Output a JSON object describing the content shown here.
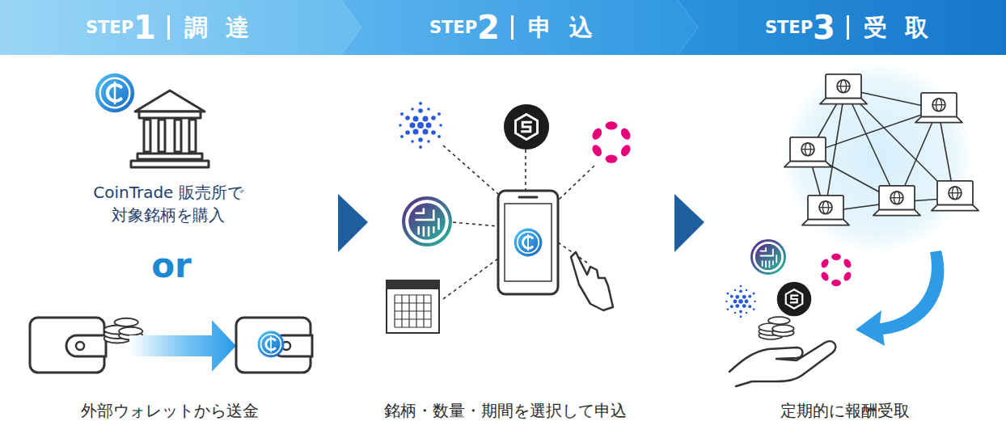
{
  "diagram": {
    "nodes": [
      {
        "text": [
          "STEP",
          "1",
          "調 達"
        ]
      },
      {
        "text": [
          "STEP",
          "2",
          "申 込"
        ]
      },
      {
        "text": [
          "STEP",
          "3",
          "受 取"
        ]
      }
    ],
    "labels": [
      "CoinTrade 販売所で 対象銘柄を購入",
      "or",
      "外部ウォレットから送金",
      "銘柄・数量・期間を選択して申込",
      "定期的に報酬受取"
    ]
  }
}
